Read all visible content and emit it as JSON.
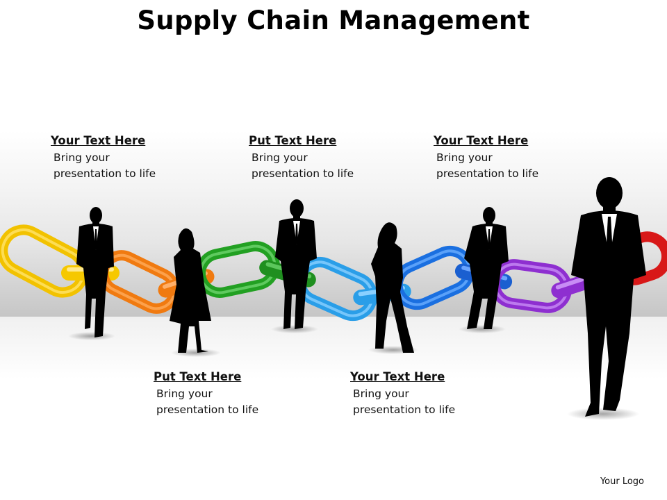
{
  "title": "Supply Chain Management",
  "callouts": [
    {
      "heading": "Your Text Here",
      "line1": "Bring your",
      "line2": "presentation to life"
    },
    {
      "heading": "Put Text Here",
      "line1": "Bring your",
      "line2": "presentation to life"
    },
    {
      "heading": "Your Text Here",
      "line1": "Bring your",
      "line2": "presentation to life"
    },
    {
      "heading": "Put Text Here",
      "line1": "Bring your",
      "line2": "presentation to life"
    },
    {
      "heading": "Your Text Here",
      "line1": "Bring your",
      "line2": "presentation to life"
    }
  ],
  "logo": "Your Logo",
  "chain_colors": [
    "#f2c200",
    "#f07a10",
    "#22a022",
    "#2a9ee8",
    "#1a6fe0",
    "#8e2fd0",
    "#d81818"
  ],
  "silhouette_color": "#000000"
}
